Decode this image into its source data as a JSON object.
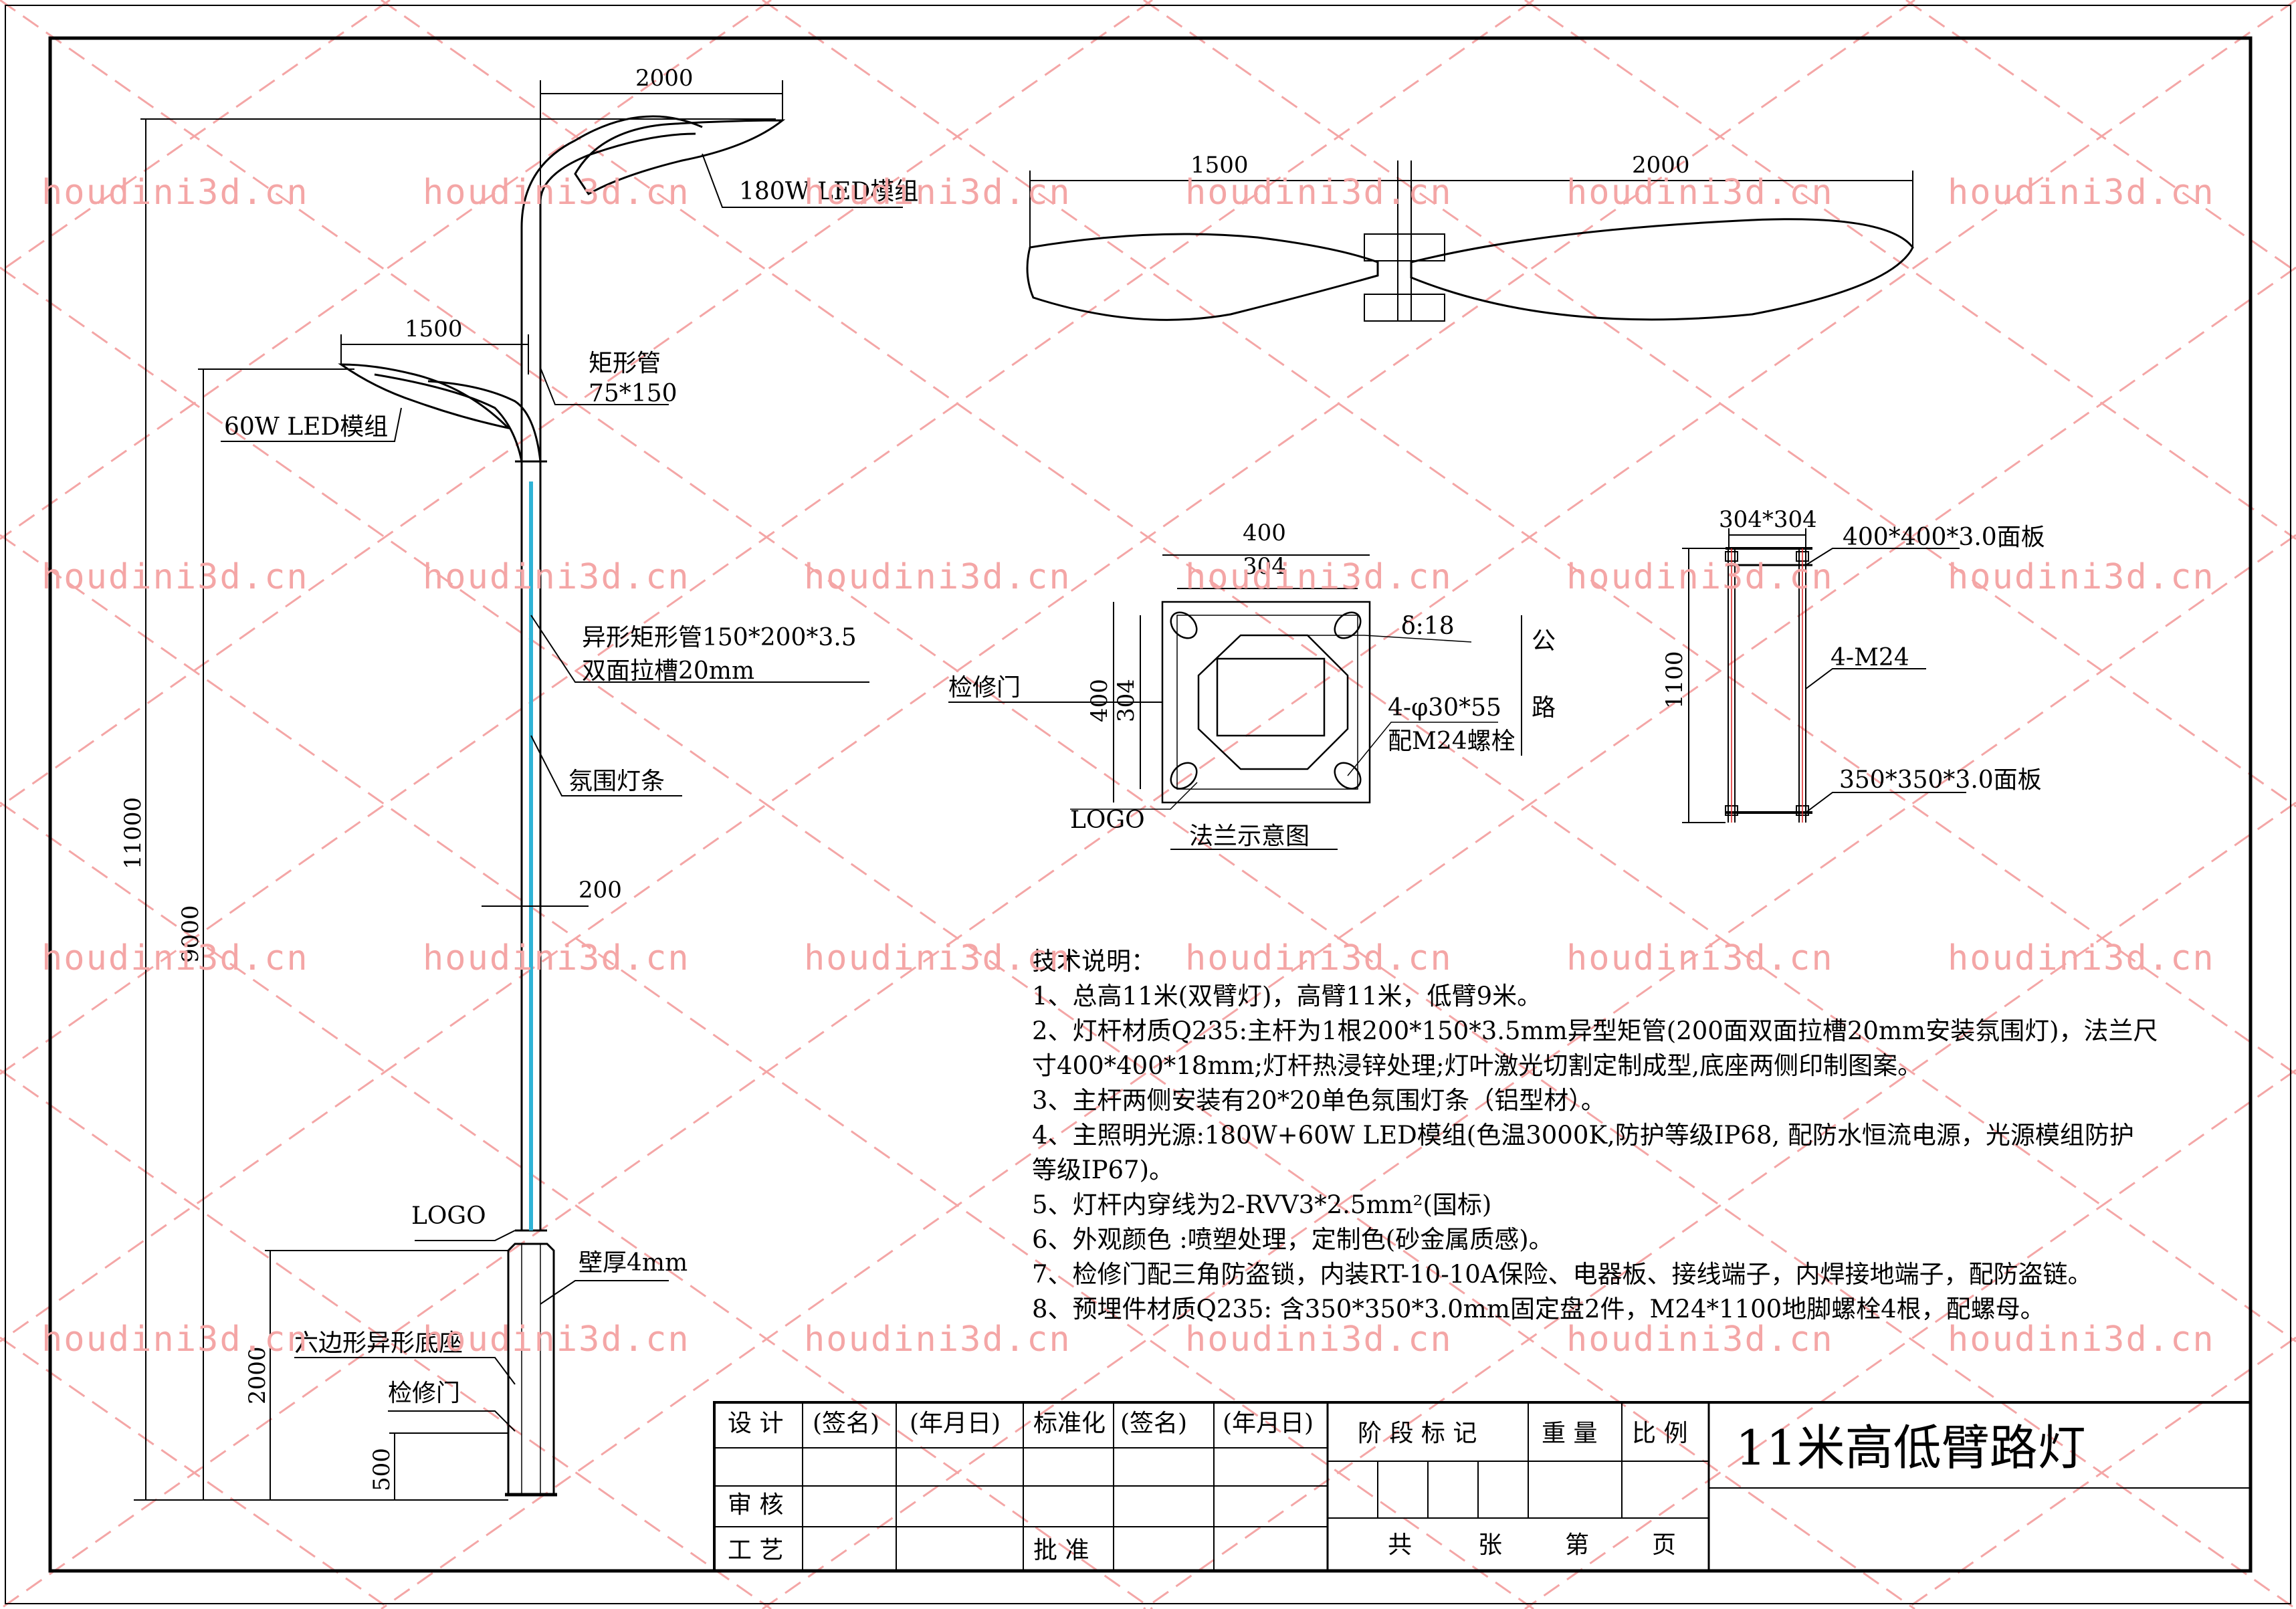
{
  "watermark": "houdini3d.cn",
  "colors": {
    "line": "#000000",
    "watermark": "#f4a6a6",
    "cyan": "#2fb3d6",
    "red": "#d22"
  },
  "pole": {
    "dims": {
      "upper_arm": "2000",
      "lower_arm": "1500",
      "total_height": "11000",
      "low_height": "9000",
      "base_height": "2000",
      "door_height": "500",
      "width": "200"
    },
    "labels": {
      "led_high": "180W LED模组",
      "rect_tube": "矩形管",
      "rect_tube_size": "75*150",
      "led_low": "60W LED模组",
      "main_tube": "异形矩形管150*200*3.5",
      "groove": "双面拉槽20mm",
      "ambient": "氛围灯条",
      "logo": "LOGO",
      "wall": "壁厚4mm",
      "base": "六边形异形底座",
      "door": "检修门"
    }
  },
  "top_view": {
    "dims": {
      "left": "1500",
      "right": "2000"
    }
  },
  "flange": {
    "dims": {
      "outer_w": "400",
      "inner_w": "304",
      "outer_h": "400",
      "inner_h": "304"
    },
    "labels": {
      "door": "检修门",
      "delta": "δ:18",
      "holes": "4-φ30*55",
      "bolts": "配M24螺栓",
      "road1": "公",
      "road2": "路",
      "logo": "LOGO",
      "caption": "法兰示意图"
    }
  },
  "anchor": {
    "dims": {
      "spacing": "304*304",
      "length": "1100"
    },
    "labels": {
      "top_plate": "400*400*3.0面板",
      "bolts": "4-M24",
      "bottom_plate": "350*350*3.0面板"
    }
  },
  "notes": [
    "技术说明：",
    "1、总高11米(双臂灯)，高臂11米，低臂9米。",
    "2、灯杆材质Q235:主杆为1根200*150*3.5mm异型矩管(200面双面拉槽20mm安装氛围灯)，法兰尺",
    "寸400*400*18mm;灯杆热浸锌处理;灯叶激光切割定制成型,底座两侧印制图案。",
    "3、主杆两侧安装有20*20单色氛围灯条（铝型材）。",
    "4、主照明光源:180W+60W LED模组(色温3000K,防护等级IP68, 配防水恒流电源，光源模组防护",
    "等级IP67)。",
    "5、灯杆内穿线为2-RVV3*2.5mm²(国标)",
    "6、外观颜色 :喷塑处理，定制色(砂金属质感)。",
    "7、检修门配三角防盗锁，内装RT-10-10A保险、电器板、接线端子，内焊接地端子，配防盗链。",
    "8、预埋件材质Q235: 含350*350*3.0mm固定盘2件，M24*1100地脚螺栓4根，配螺母。"
  ],
  "title_block": {
    "design": "设 计",
    "sign1": "(签名)",
    "date1": "(年月日)",
    "standard": "标准化",
    "sign2": "(签名)",
    "date2": "(年月日)",
    "stage": "阶 段 标 记",
    "weight": "重 量",
    "scale": "比 例",
    "review": "审 核",
    "craft": "工 艺",
    "approve": "批 准",
    "sheets": "共",
    "sheet_unit": "张",
    "sheet_no": "第",
    "page": "页",
    "title": "11米高低臂路灯"
  }
}
